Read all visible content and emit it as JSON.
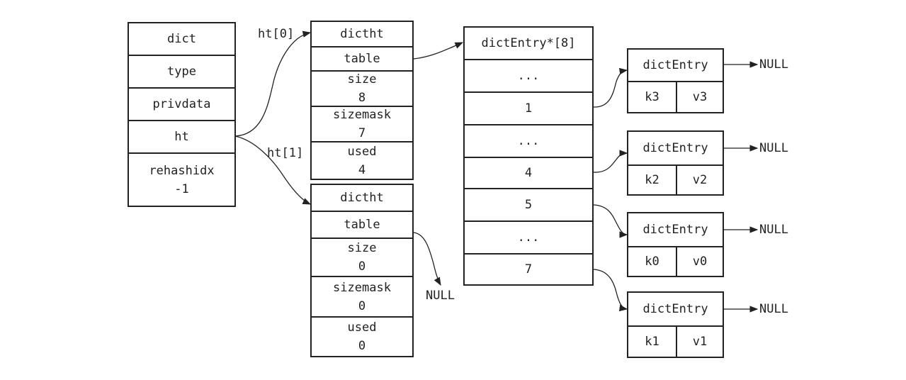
{
  "dict": {
    "fields": [
      {
        "label": "dict"
      },
      {
        "label": "type"
      },
      {
        "label": "privdata"
      },
      {
        "label": "ht"
      },
      {
        "label": "rehashidx",
        "value": "-1"
      }
    ]
  },
  "ht0": {
    "edge_label": "ht[0]",
    "fields": [
      {
        "label": "dictht"
      },
      {
        "label": "table"
      },
      {
        "label": "size",
        "value": "8"
      },
      {
        "label": "sizemask",
        "value": "7"
      },
      {
        "label": "used",
        "value": "4"
      }
    ]
  },
  "ht1": {
    "edge_label": "ht[1]",
    "fields": [
      {
        "label": "dictht"
      },
      {
        "label": "table"
      },
      {
        "label": "size",
        "value": "0"
      },
      {
        "label": "sizemask",
        "value": "0"
      },
      {
        "label": "used",
        "value": "0"
      }
    ],
    "table_target": "NULL"
  },
  "buckets": {
    "header": "dictEntry*[8]",
    "rows": [
      "...",
      "1",
      "...",
      "4",
      "5",
      "...",
      "7"
    ]
  },
  "entries": [
    {
      "header": "dictEntry",
      "key": "k3",
      "value": "v3",
      "next": "NULL"
    },
    {
      "header": "dictEntry",
      "key": "k2",
      "value": "v2",
      "next": "NULL"
    },
    {
      "header": "dictEntry",
      "key": "k0",
      "value": "v0",
      "next": "NULL"
    },
    {
      "header": "dictEntry",
      "key": "k1",
      "value": "v1",
      "next": "NULL"
    }
  ]
}
